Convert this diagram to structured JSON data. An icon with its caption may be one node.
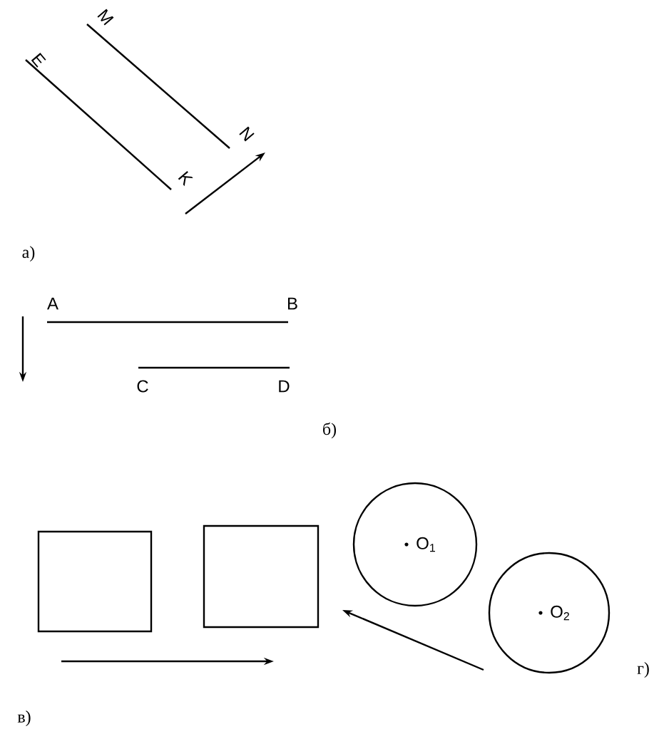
{
  "diagram": {
    "nodes": [
      {
        "text": [],
        "shape": "box"
      },
      {
        "text": [],
        "shape": "box"
      },
      {
        "text": [
          "O$_{1}$"
        ]
      },
      {
        "text": [
          "O$_{2}$"
        ]
      }
    ],
    "labels": [
      "M",
      "E",
      "N",
      "K",
      "а)",
      "A",
      "B",
      "C",
      "D",
      "б)",
      "в)",
      "г)"
    ]
  }
}
